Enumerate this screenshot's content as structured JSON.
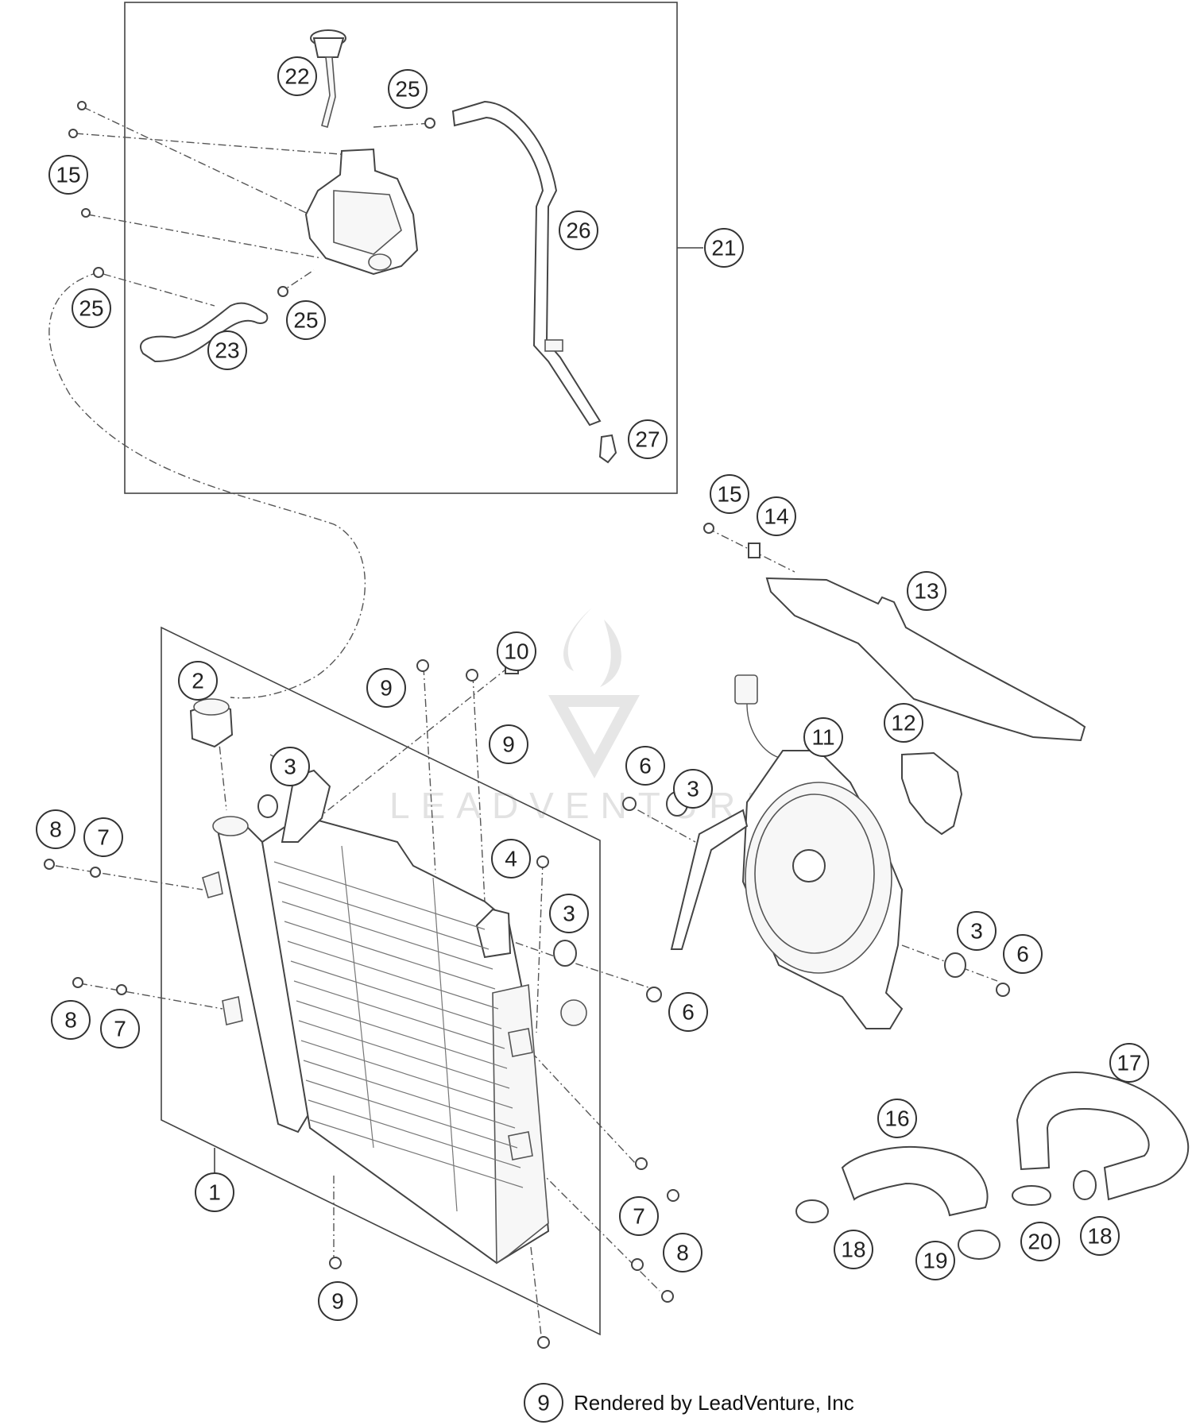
{
  "watermark": {
    "text": "LEADVENTURE"
  },
  "credit": {
    "text": "Rendered by LeadVenture, Inc"
  },
  "callouts": [
    {
      "label": "22"
    },
    {
      "label": "25"
    },
    {
      "label": "15"
    },
    {
      "label": "26"
    },
    {
      "label": "21"
    },
    {
      "label": "25"
    },
    {
      "label": "25"
    },
    {
      "label": "23"
    },
    {
      "label": "27"
    },
    {
      "label": "15"
    },
    {
      "label": "14"
    },
    {
      "label": "13"
    },
    {
      "label": "10"
    },
    {
      "label": "2"
    },
    {
      "label": "9"
    },
    {
      "label": "9"
    },
    {
      "label": "11"
    },
    {
      "label": "12"
    },
    {
      "label": "3"
    },
    {
      "label": "6"
    },
    {
      "label": "3"
    },
    {
      "label": "8"
    },
    {
      "label": "7"
    },
    {
      "label": "4"
    },
    {
      "label": "3"
    },
    {
      "label": "3"
    },
    {
      "label": "6"
    },
    {
      "label": "8"
    },
    {
      "label": "7"
    },
    {
      "label": "6"
    },
    {
      "label": "17"
    },
    {
      "label": "16"
    },
    {
      "label": "1"
    },
    {
      "label": "7"
    },
    {
      "label": "8"
    },
    {
      "label": "18"
    },
    {
      "label": "19"
    },
    {
      "label": "20"
    },
    {
      "label": "18"
    },
    {
      "label": "9"
    },
    {
      "label": "9"
    }
  ]
}
